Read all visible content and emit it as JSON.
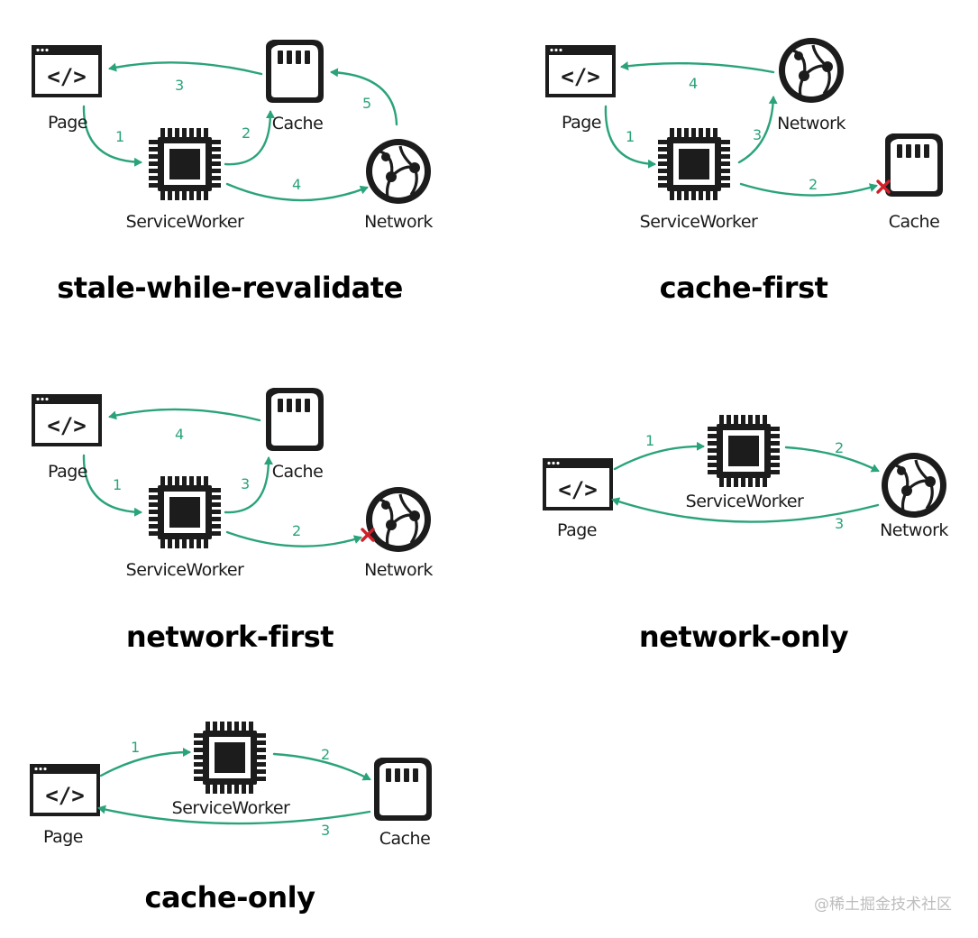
{
  "diagrams": {
    "stale_while_revalidate": {
      "title": "stale-while-revalidate",
      "labels": {
        "page": "Page",
        "cache": "Cache",
        "service_worker": "ServiceWorker",
        "network": "Network"
      },
      "steps": {
        "page_to_sw": "1",
        "sw_to_cache": "2",
        "cache_to_page": "3",
        "sw_to_network": "4",
        "network_to_cache": "5"
      }
    },
    "cache_first": {
      "title": "cache-first",
      "labels": {
        "page": "Page",
        "network": "Network",
        "service_worker": "ServiceWorker",
        "cache": "Cache"
      },
      "steps": {
        "page_to_sw": "1",
        "sw_to_cache_miss": "2",
        "sw_to_network": "3",
        "network_to_page": "4"
      }
    },
    "network_first": {
      "title": "network-first",
      "labels": {
        "page": "Page",
        "cache": "Cache",
        "service_worker": "ServiceWorker",
        "network": "Network"
      },
      "steps": {
        "page_to_sw": "1",
        "sw_to_network_fail": "2",
        "sw_to_cache": "3",
        "cache_to_page": "4"
      }
    },
    "network_only": {
      "title": "network-only",
      "labels": {
        "page": "Page",
        "service_worker": "ServiceWorker",
        "network": "Network"
      },
      "steps": {
        "page_to_sw": "1",
        "sw_to_network": "2",
        "network_to_page": "3"
      }
    },
    "cache_only": {
      "title": "cache-only",
      "labels": {
        "page": "Page",
        "service_worker": "ServiceWorker",
        "cache": "Cache"
      },
      "steps": {
        "page_to_sw": "1",
        "sw_to_cache": "2",
        "cache_to_page": "3"
      }
    }
  },
  "colors": {
    "arrow": "#2aa37a",
    "ink": "#1c1c1c",
    "fail_mark": "#d0202a"
  },
  "watermark": "@稀土掘金技术社区"
}
